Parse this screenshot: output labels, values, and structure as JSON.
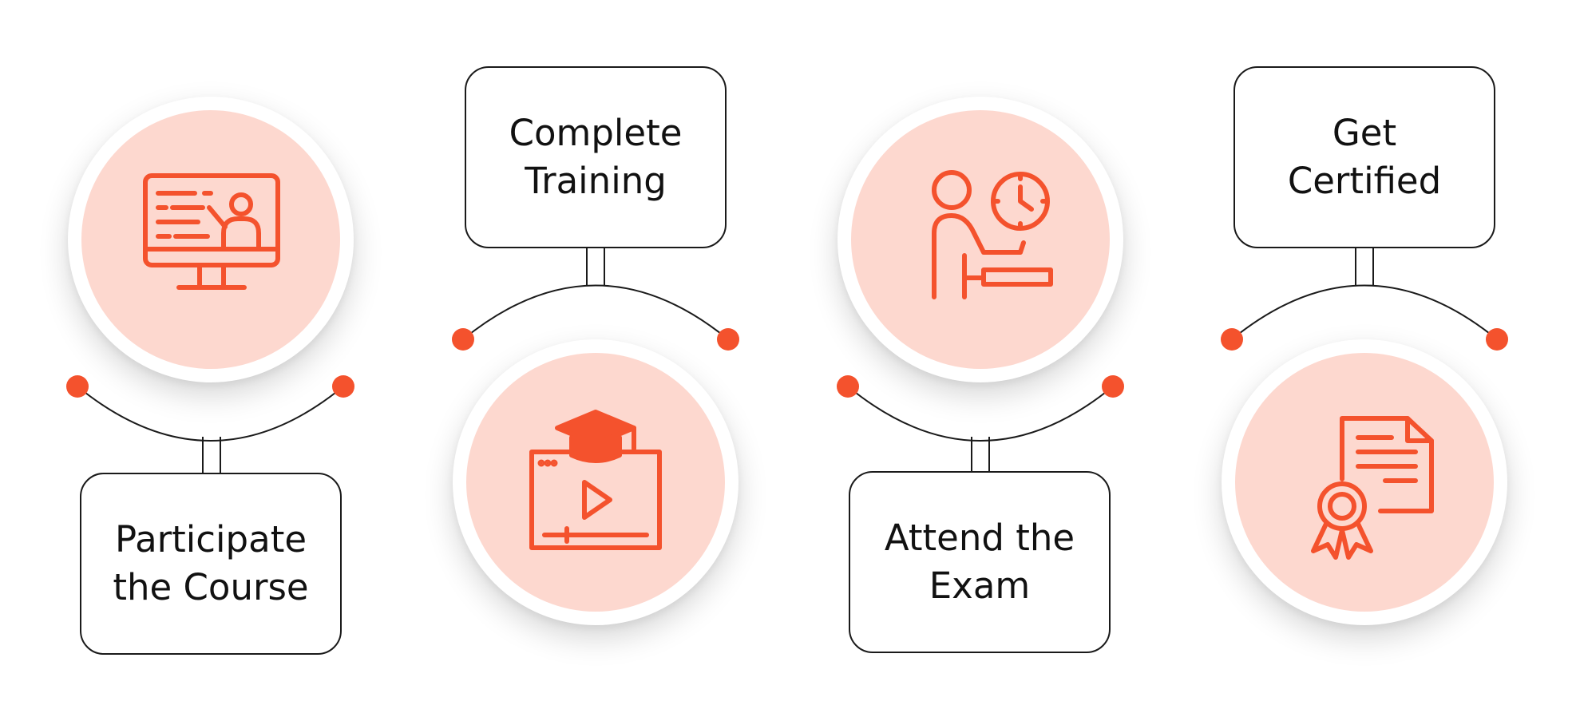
{
  "steps": [
    {
      "label": "Participate the Course",
      "icon": "online-lecture-monitor-icon"
    },
    {
      "label": "Complete Training",
      "icon": "graduation-cap-video-icon"
    },
    {
      "label": "Attend the Exam",
      "icon": "exam-person-clock-icon"
    },
    {
      "label": "Get Certified",
      "icon": "certificate-ribbon-icon"
    }
  ],
  "colors": {
    "accent": "#f4522d",
    "disc_fill": "#fdd8cf",
    "outline": "#1a1a1a"
  }
}
